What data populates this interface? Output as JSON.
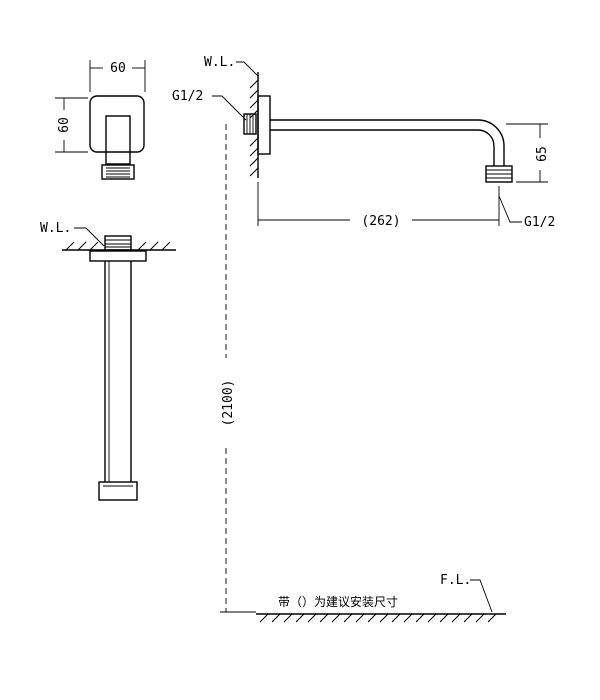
{
  "labels": {
    "top_width": "60",
    "top_depth": "60",
    "wl_side": "W.L.",
    "wl_front": "W.L.",
    "thread_wall": "G1/2",
    "thread_outlet": "G1/2",
    "reach": "(262)",
    "drop": "65",
    "height": "(2100)",
    "floor": "F.L.",
    "note": "带（）为建议安装尺寸"
  }
}
